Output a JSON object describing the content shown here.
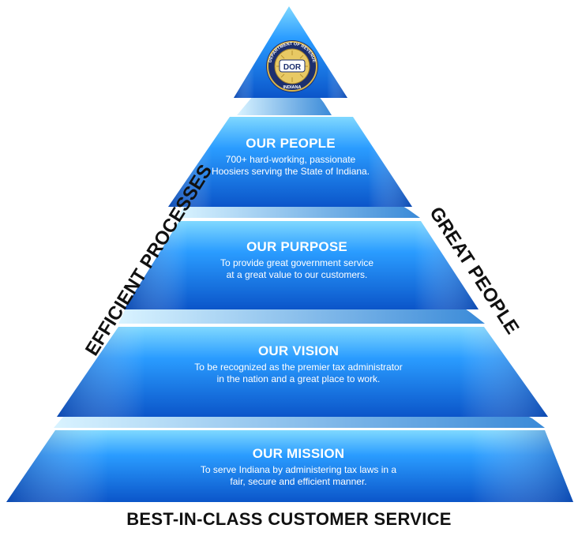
{
  "seal": {
    "ring_text": "DEPARTMENT OF REVENUE",
    "bottom_text": "INDIANA",
    "center_text": "DOR"
  },
  "tiers": [
    {
      "title": "OUR PEOPLE",
      "lines": [
        "700+ hard-working, passionate",
        "Hoosiers serving the State of Indiana."
      ]
    },
    {
      "title": "OUR PURPOSE",
      "lines": [
        "To provide great government service",
        "at a great value to our customers."
      ]
    },
    {
      "title": "OUR VISION",
      "lines": [
        "To be recognized as the premier tax administrator",
        "in the nation and a great place to work."
      ]
    },
    {
      "title": "OUR MISSION",
      "lines": [
        "To serve Indiana by administering tax laws in a",
        "fair, secure and efficient manner."
      ]
    }
  ],
  "left_label": "EFFICIENT PROCESSES",
  "right_label": "GREAT PEOPLE",
  "base_label": "BEST-IN-CLASS CUSTOMER SERVICE",
  "colors": {
    "tier_light": "#5cc8ff",
    "tier_mid": "#1e90ff",
    "tier_dark": "#0a3f9e",
    "seal_gold": "#d9b54a",
    "seal_navy": "#1c2f6e"
  }
}
